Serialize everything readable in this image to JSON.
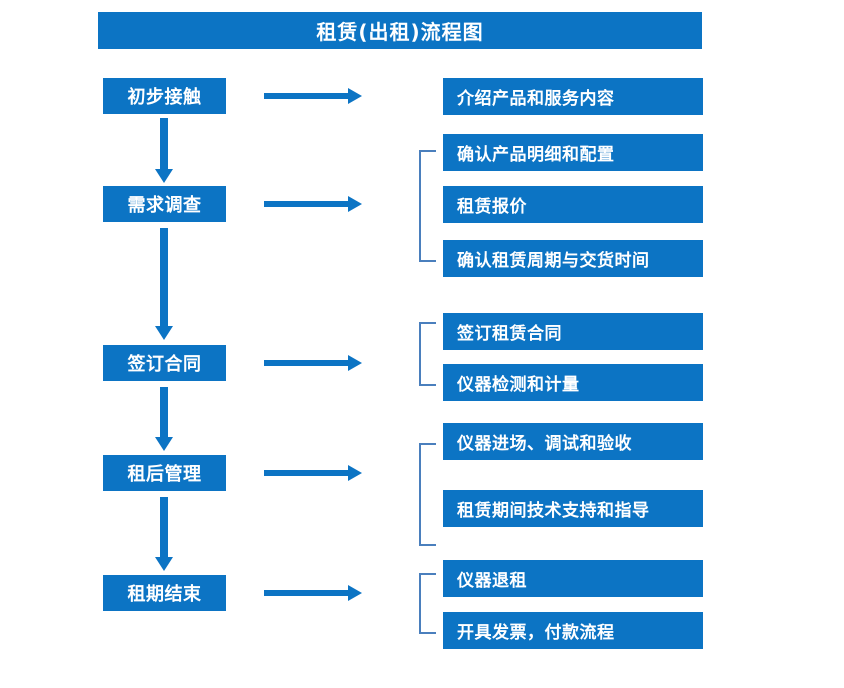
{
  "diagram": {
    "title": "租赁(出租)流程图",
    "accent_color": "#0c74c4",
    "bracket_color": "#4a7fbd",
    "text_color": "#ffffff",
    "background_color": "#ffffff",
    "type": "flowchart",
    "stages": [
      {
        "label": "初步接触"
      },
      {
        "label": "需求调查"
      },
      {
        "label": "签订合同"
      },
      {
        "label": "租后管理"
      },
      {
        "label": "租期结束"
      }
    ],
    "details": [
      {
        "label": "介绍产品和服务内容"
      },
      {
        "label": "确认产品明细和配置"
      },
      {
        "label": "租赁报价"
      },
      {
        "label": "确认租赁周期与交货时间"
      },
      {
        "label": "签订租赁合同"
      },
      {
        "label": "仪器检测和计量"
      },
      {
        "label": "仪器进场、调试和验收"
      },
      {
        "label": "租赁期间技术支持和指导"
      },
      {
        "label": "仪器退租"
      },
      {
        "label": "开具发票，付款流程"
      }
    ],
    "connectors": {
      "horizontal_arrow_count": 5,
      "vertical_arrow_count": 4,
      "bracket_count": 4
    }
  }
}
